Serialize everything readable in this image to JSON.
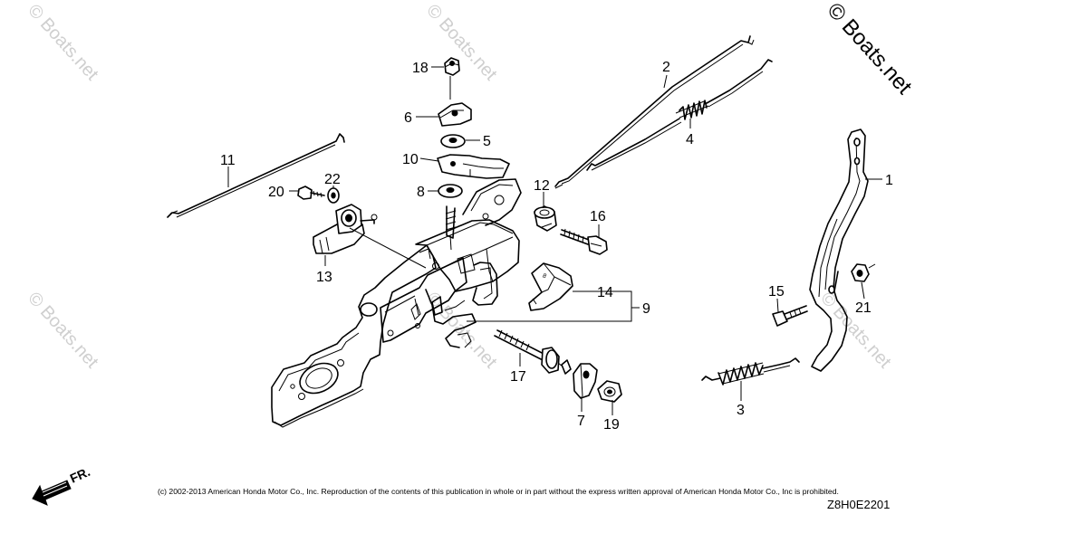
{
  "watermark": {
    "main": "© Boats.net",
    "faint": "© Boats.net"
  },
  "callouts": [
    "1",
    "2",
    "3",
    "4",
    "5",
    "6",
    "7",
    "8",
    "9",
    "10",
    "11",
    "12",
    "13",
    "14",
    "15",
    "16",
    "17",
    "18",
    "19",
    "20",
    "21",
    "22"
  ],
  "direction_indicator": "FR.",
  "copyright": "(c) 2002-2013 American Honda Motor Co., Inc. Reproduction of the contents of this publication in whole or in part without the express written approval of American Honda Motor Co., Inc is prohibited.",
  "diagram_code": "Z8H0E2201",
  "part_stamp": "8"
}
